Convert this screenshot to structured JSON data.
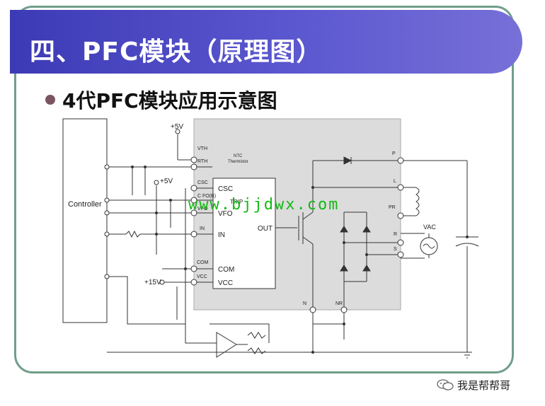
{
  "slide": {
    "title": "四、PFC模块（原理图）",
    "subtitle": "4代PFC模块应用示意图"
  },
  "schematic": {
    "controller_label": "Controller",
    "supply_top": "+5V",
    "supply_mid": "+5V",
    "supply_15": "+15V",
    "module_pins_left": [
      "VTH",
      "RTH",
      "CSC",
      "C FO(B)",
      "VFO",
      "IN",
      "COM",
      "VCC"
    ],
    "module_pins_right": [
      "P",
      "L",
      "PR",
      "R",
      "S",
      "N",
      "NR"
    ],
    "ic_pins_left": [
      "CSC",
      "TRIP",
      "VFO",
      "IN",
      "COM",
      "VCC"
    ],
    "ic_pin_out": "OUT",
    "thermistor_label": [
      "NTC",
      "Thermistor"
    ],
    "source_label": "VAC"
  },
  "watermark": "www.bjjdwx.com",
  "footer": {
    "account": "我是帮帮哥",
    "icon": "wechat-icon"
  },
  "colors": {
    "title_bar": "#4a46c2",
    "frame": "#6f9e8a",
    "module_fill": "#dcdcdc",
    "watermark": "#14b914"
  }
}
